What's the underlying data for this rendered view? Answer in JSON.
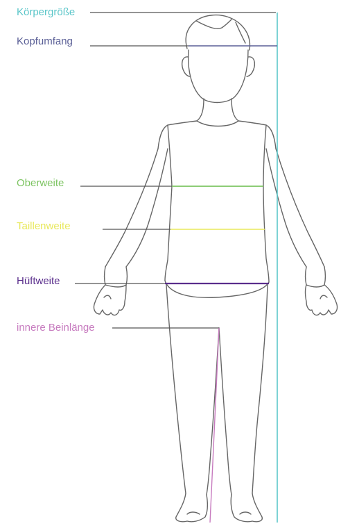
{
  "measurements": [
    {
      "key": "height",
      "label": "Körpergröße",
      "color": "#5bc6c9"
    },
    {
      "key": "head",
      "label": "Kopfumfang",
      "color": "#5a5f96"
    },
    {
      "key": "chest",
      "label": "Oberweite",
      "color": "#7dc462"
    },
    {
      "key": "waist",
      "label": "Taillenweite",
      "color": "#e8e85a"
    },
    {
      "key": "hip",
      "label": "Hüftweite",
      "color": "#5a2e8c"
    },
    {
      "key": "inseam",
      "label": "innere Beinlänge",
      "color": "#c77bbf"
    }
  ],
  "figure": {
    "icon": "child-body-outline-icon",
    "outline_color": "#666666"
  }
}
